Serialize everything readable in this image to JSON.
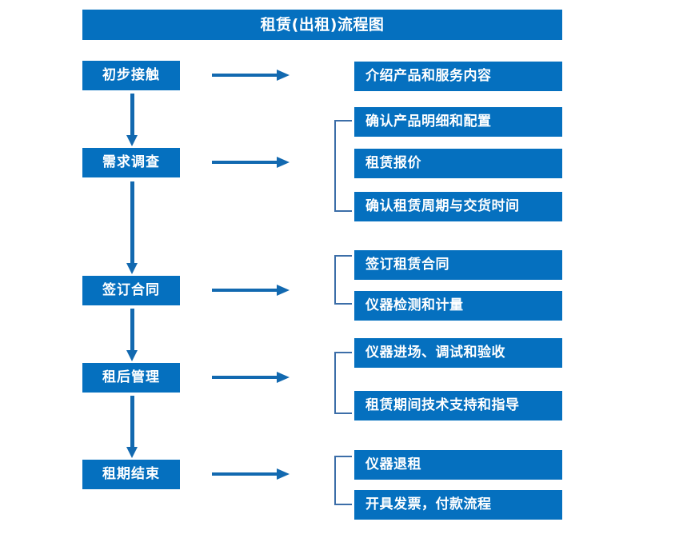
{
  "diagram": {
    "title": "租赁(出租)流程图",
    "colors": {
      "box_fill": "#0570bf",
      "box_text": "#ffffff",
      "arrow": "#1269b0",
      "bracket": "#3c6ea8",
      "background": "#ffffff"
    },
    "stages": [
      {
        "id": "stage-1",
        "label": "初步接触"
      },
      {
        "id": "stage-2",
        "label": "需求调查"
      },
      {
        "id": "stage-3",
        "label": "签订合同"
      },
      {
        "id": "stage-4",
        "label": "租后管理"
      },
      {
        "id": "stage-5",
        "label": "租期结束"
      }
    ],
    "details": [
      {
        "id": "detail-1",
        "label": "介绍产品和服务内容"
      },
      {
        "id": "detail-2",
        "label": "确认产品明细和配置"
      },
      {
        "id": "detail-3",
        "label": "租赁报价"
      },
      {
        "id": "detail-4",
        "label": "确认租赁周期与交货时间"
      },
      {
        "id": "detail-5",
        "label": "签订租赁合同"
      },
      {
        "id": "detail-6",
        "label": "仪器检测和计量"
      },
      {
        "id": "detail-7",
        "label": "仪器进场、调试和验收"
      },
      {
        "id": "detail-8",
        "label": "租赁期间技术支持和指导"
      },
      {
        "id": "detail-9",
        "label": "仪器退租"
      },
      {
        "id": "detail-10",
        "label": "开具发票，付款流程"
      }
    ],
    "connectors": {
      "horizontal_arrow_count": 5,
      "vertical_arrow_count": 4,
      "bracket_count": 4
    }
  }
}
